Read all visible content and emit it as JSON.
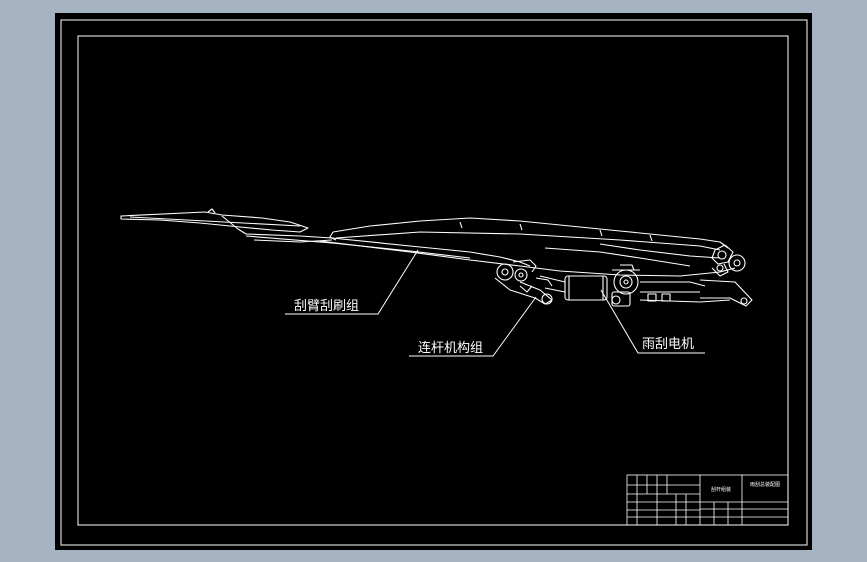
{
  "labels": {
    "wiper_arm": "刮臂刮刷组",
    "linkage": "连杆机构组",
    "motor": "雨刮电机"
  },
  "title_block": {
    "part_name": "刮杆组装",
    "drawing_name": "雨刮总装配图"
  },
  "colors": {
    "background": "#a6b3c3",
    "sheet": "#000000",
    "lines": "#ffffff"
  }
}
